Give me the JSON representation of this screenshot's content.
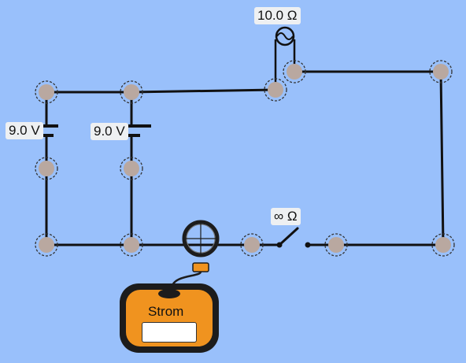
{
  "colors": {
    "background": "#99c0fb",
    "wire": "#111111",
    "junction_fill": "#b9a8a0",
    "meter_orange": "#f0931f",
    "meter_body": "#1c1c1c"
  },
  "battery_left": {
    "voltage_label": "9.0 V"
  },
  "battery_right": {
    "voltage_label": "9.0 V"
  },
  "bulb": {
    "resistance_label": "10.0 Ω",
    "icon": "light-bulb-icon"
  },
  "switch": {
    "resistance_label": "∞ Ω",
    "state": "open"
  },
  "ammeter": {
    "title": "Strom",
    "reading": "",
    "icon": "current-probe-icon"
  }
}
